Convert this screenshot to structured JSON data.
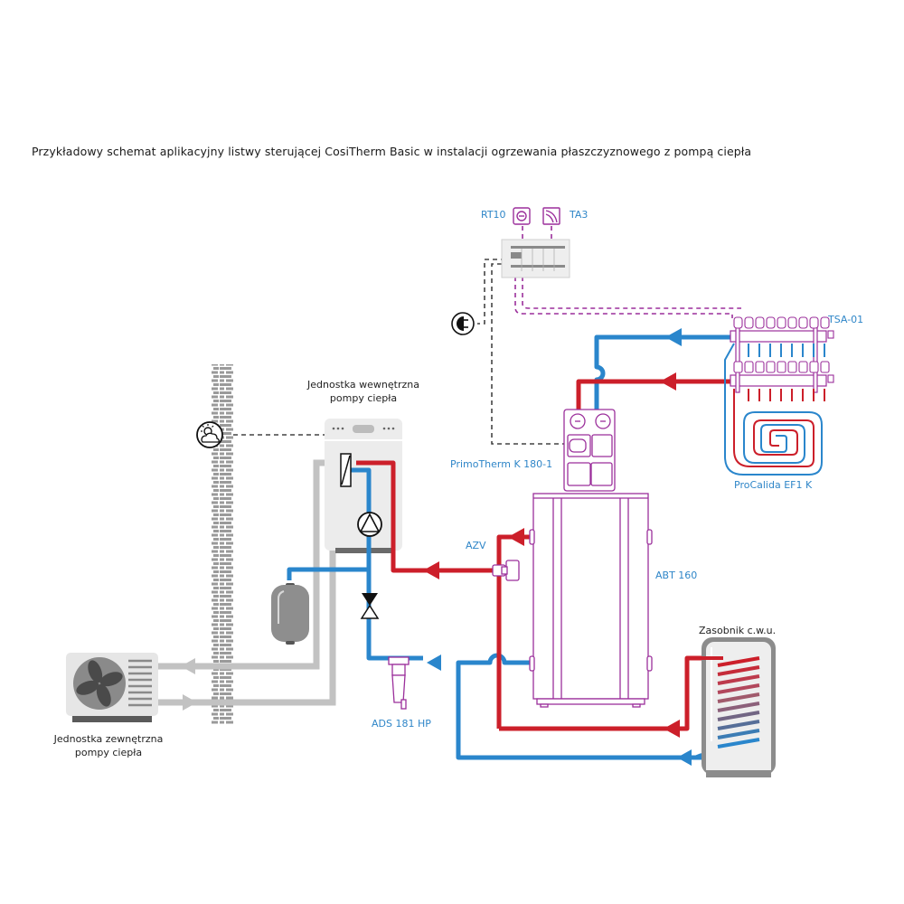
{
  "title": "Przykładowy schemat aplikacyjny listwy sterującej CosiTherm Basic w instalacji ogrzewania płaszczyznowego z pompą ciepła",
  "colors": {
    "supply": "#cc1f2a",
    "return": "#2a86cc",
    "refrigerant": "#c2c2c2",
    "component_outline": "#9b2f9b",
    "signal_wire_purple": "#9b2f9b",
    "signal_wire_dark": "#444444",
    "label_blue": "#2f86c8"
  },
  "components": {
    "rt10": {
      "label": "RT10",
      "icon": "room-thermostat-icon"
    },
    "ta3": {
      "label": "TA3",
      "icon": "outdoor-sensor-icon"
    },
    "controller": {
      "icon": "control-strip-icon"
    },
    "power": {
      "icon": "power-plug-icon"
    },
    "tsa01": {
      "label": "TSA-01"
    },
    "primotherm": {
      "label": "PrimoTherm K 180-1"
    },
    "procalida": {
      "label": "ProCalida EF1 K"
    },
    "indoor_unit": {
      "label_line1": "Jednostka wewnętrzna",
      "label_line2": "pompy ciepła"
    },
    "outdoor_unit": {
      "label_line1": "Jednostka zewnętrzna",
      "label_line2": "pompy ciepła"
    },
    "azv": {
      "label": "AZV"
    },
    "abt160": {
      "label": "ABT 160"
    },
    "ads181": {
      "label": "ADS 181 HP"
    },
    "dhw_tank": {
      "label": "Zasobnik c.w.u."
    },
    "weather_sensor": {
      "icon": "weather-sensor-icon"
    },
    "expansion_vessel": {
      "icon": "expansion-vessel-icon"
    },
    "shutoff_valve": {
      "icon": "valve-icon"
    },
    "circulation_pump": {
      "icon": "pump-icon"
    },
    "heat_exchanger": {
      "icon": "heat-exchanger-icon"
    }
  }
}
